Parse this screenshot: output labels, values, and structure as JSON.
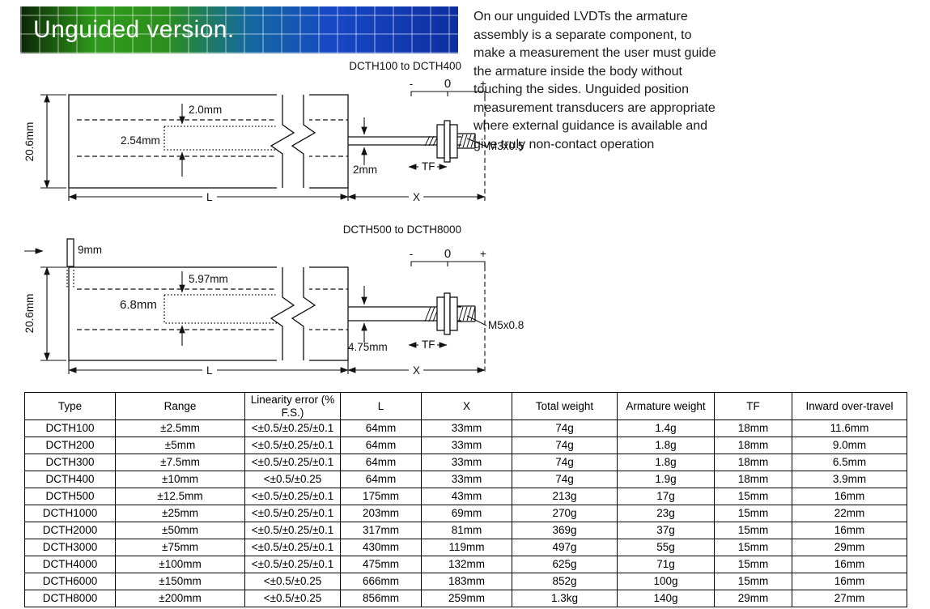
{
  "banner": {
    "title": "Unguided version."
  },
  "intro": "On our unguided LVDTs the armature assembly is a separate component, to make a measurement the user must guide the armature inside the body without touching the sides. Unguided position measurement transducers are appropriate where external guidance is available and give truly non-contact operation",
  "diagram_small": {
    "title": "DCTH100 to DCTH400",
    "body_height": "20.6mm",
    "armature_dia": "2.0mm",
    "bore_dia": "2.54mm",
    "rod_dia": "2mm",
    "thread": "M3x0.5",
    "tf": "TF",
    "length": "L",
    "travel": "X",
    "scale_minus": "-",
    "scale_zero": "0",
    "scale_plus": "+"
  },
  "diagram_large": {
    "title": "DCTH500 to DCTH8000",
    "pin": "9mm",
    "body_height": "20.6mm",
    "armature_dia": "5.97mm",
    "bore_dia": "6.8mm",
    "rod_dia": "4.75mm",
    "thread": "M5x0.8",
    "tf": "TF",
    "length": "L",
    "travel": "X",
    "scale_minus": "-",
    "scale_zero": "0",
    "scale_plus": "+"
  },
  "table": {
    "headers": [
      "Type",
      "Range",
      "Linearity error (% F.S.)",
      "L",
      "X",
      "Total weight",
      "Armature weight",
      "TF",
      "Inward over-travel"
    ],
    "rows": [
      [
        "DCTH100",
        "±2.5mm",
        "<±0.5/±0.25/±0.1",
        "64mm",
        "33mm",
        "74g",
        "1.4g",
        "18mm",
        "11.6mm"
      ],
      [
        "DCTH200",
        "±5mm",
        "<±0.5/±0.25/±0.1",
        "64mm",
        "33mm",
        "74g",
        "1.8g",
        "18mm",
        "9.0mm"
      ],
      [
        "DCTH300",
        "±7.5mm",
        "<±0.5/±0.25/±0.1",
        "64mm",
        "33mm",
        "74g",
        "1.8g",
        "18mm",
        "6.5mm"
      ],
      [
        "DCTH400",
        "±10mm",
        "<±0.5/±0.25",
        "64mm",
        "33mm",
        "74g",
        "1.9g",
        "18mm",
        "3.9mm"
      ],
      [
        "DCTH500",
        "±12.5mm",
        "<±0.5/±0.25/±0.1",
        "175mm",
        "43mm",
        "213g",
        "17g",
        "15mm",
        "16mm"
      ],
      [
        "DCTH1000",
        "±25mm",
        "<±0.5/±0.25/±0.1",
        "203mm",
        "69mm",
        "270g",
        "23g",
        "15mm",
        "22mm"
      ],
      [
        "DCTH2000",
        "±50mm",
        "<±0.5/±0.25/±0.1",
        "317mm",
        "81mm",
        "369g",
        "37g",
        "15mm",
        "16mm"
      ],
      [
        "DCTH3000",
        "±75mm",
        "<±0.5/±0.25/±0.1",
        "430mm",
        "119mm",
        "497g",
        "55g",
        "15mm",
        "29mm"
      ],
      [
        "DCTH4000",
        "±100mm",
        "<±0.5/±0.25/±0.1",
        "475mm",
        "132mm",
        "625g",
        "71g",
        "15mm",
        "16mm"
      ],
      [
        "DCTH6000",
        "±150mm",
        "<±0.5/±0.25",
        "666mm",
        "183mm",
        "852g",
        "100g",
        "15mm",
        "16mm"
      ],
      [
        "DCTH8000",
        "±200mm",
        "<±0.5/±0.25",
        "856mm",
        "259mm",
        "1.3kg",
        "140g",
        "29mm",
        "27mm"
      ]
    ]
  }
}
